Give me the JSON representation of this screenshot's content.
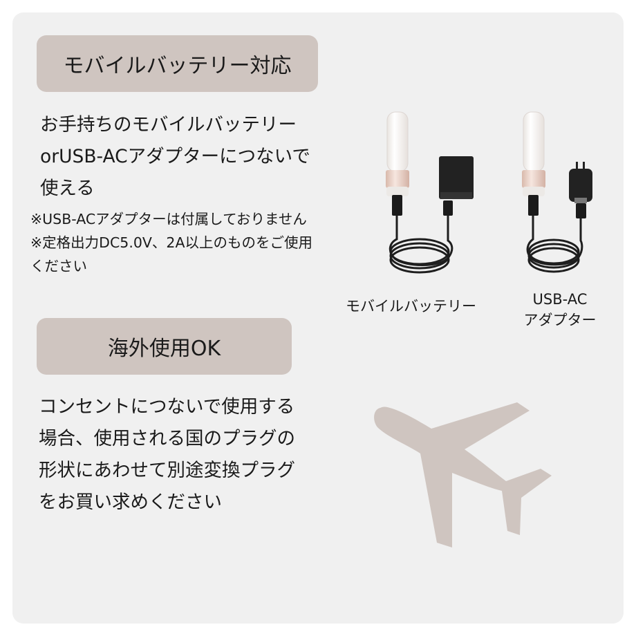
{
  "sections": [
    {
      "heading": "モバイルバッテリー対応",
      "body_lines": [
        "お手持ちのモバイルバッテリー",
        "orUSB-ACアダプターにつないで",
        "使える"
      ],
      "notes": [
        "※USB-ACアダプターは付属しておりません",
        "※定格出力DC5.0V、2A以上のものをご使用",
        "ください"
      ]
    },
    {
      "heading": "海外使用OK",
      "body_lines": [
        "コンセントにつないで使用する",
        "場合、使用される国のプラグの",
        "形状にあわせて別途変換プラグ",
        "をお買い求めください"
      ]
    }
  ],
  "illustrations": [
    {
      "icon": "mobile-battery-connection",
      "caption_lines": [
        "モバイルバッテリー"
      ]
    },
    {
      "icon": "usb-ac-adapter-connection",
      "caption_lines": [
        "USB-AC",
        "アダプター"
      ]
    }
  ],
  "airplane": {
    "icon": "airplane-icon"
  },
  "colors": {
    "background": "#ffffff",
    "card": "#f0f0f0",
    "pill": "#cfc5c0",
    "airplane": "#cfc5c0",
    "text": "#1a1a1a"
  }
}
